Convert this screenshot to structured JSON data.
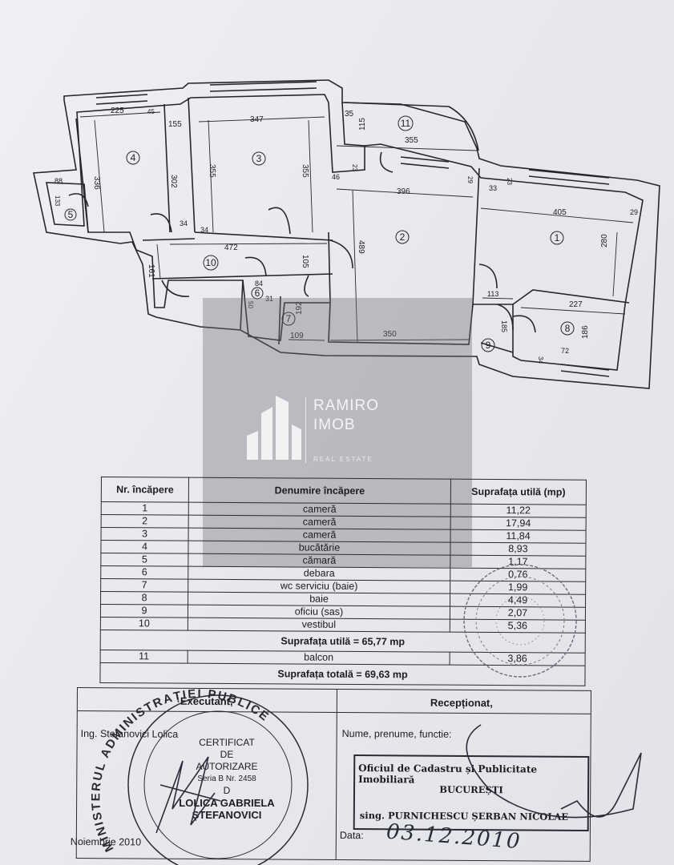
{
  "plan": {
    "room_numbers": [
      "1",
      "2",
      "3",
      "4",
      "5",
      "6",
      "7",
      "8",
      "9",
      "10",
      "11"
    ],
    "dimensions": {
      "d225": "225",
      "d45": "45",
      "d155": "155",
      "d347": "347",
      "d35": "35",
      "d115": "115",
      "d355a": "355",
      "d336": "336",
      "d302": "302",
      "d355b": "355",
      "d355c": "355",
      "d88": "88",
      "d133": "133",
      "d34a": "34",
      "d34b": "34",
      "d46": "46",
      "d23a": "23",
      "d396": "396",
      "d29a": "29",
      "d33": "33",
      "d23b": "23",
      "d405": "405",
      "d29b": "29",
      "d489": "489",
      "d472": "472",
      "d105": "105",
      "d161": "161",
      "d84": "84",
      "d50": "50",
      "d31": "31",
      "d192": "192",
      "d109": "109",
      "d350": "350",
      "d280": "280",
      "d113": "113",
      "d227": "227",
      "d185": "185",
      "d186": "186",
      "d72": "72",
      "d34c": "34"
    }
  },
  "watermark": {
    "brand_line1": "RAMIRO",
    "brand_line2": "IMOB",
    "tagline": "REAL ESTATE"
  },
  "table": {
    "headers": [
      "Nr. încăpere",
      "Denumire încăpere",
      "Suprafața utilă (mp)"
    ],
    "rows": [
      {
        "nr": "1",
        "name": "cameră",
        "area": "11,22"
      },
      {
        "nr": "2",
        "name": "cameră",
        "area": "17,94"
      },
      {
        "nr": "3",
        "name": "cameră",
        "area": "11,84"
      },
      {
        "nr": "4",
        "name": "bucătărie",
        "area": "8,93"
      },
      {
        "nr": "5",
        "name": "cămară",
        "area": "1,17"
      },
      {
        "nr": "6",
        "name": "debara",
        "area": "0,76"
      },
      {
        "nr": "7",
        "name": "wc serviciu (baie)",
        "area": "1,99"
      },
      {
        "nr": "8",
        "name": "baie",
        "area": "4,49"
      },
      {
        "nr": "9",
        "name": "oficiu (sas)",
        "area": "2,07"
      },
      {
        "nr": "10",
        "name": "vestibul",
        "area": "5,36"
      }
    ],
    "useful_total": "Suprafața utilă = 65,77 mp",
    "balcony": {
      "nr": "11",
      "name": "balcon",
      "area": "3,86"
    },
    "grand_total": "Suprafața totală = 69,63 mp"
  },
  "signatures": {
    "executant_label": "Executant,",
    "receptionat_label": "Recepționat,",
    "engineer": "Ing. Stefanovici Lolica",
    "name_function": "Nume, prenume, functie:",
    "date_left": "Noiembrie 2010",
    "data_label": "Data:",
    "date_written": "03.12.2010",
    "certificate_lines": [
      "CERTIFICAT",
      "DE",
      "AUTORIZARE",
      "Seria B Nr. 2458",
      "D",
      "LOLICA GABRIELA",
      "ȘTEFANOVICI"
    ],
    "ministry_ring": "MINISTERUL ADMINISTRAȚIEI PUBLICE",
    "ocpi_line1": "Oficiul de Cadastru și Publicitate Imobiliară",
    "ocpi_line2": "BUCUREȘTI",
    "ocpi_line3": "sing. PURNICHESCU ȘERBAN NICOLAE"
  }
}
